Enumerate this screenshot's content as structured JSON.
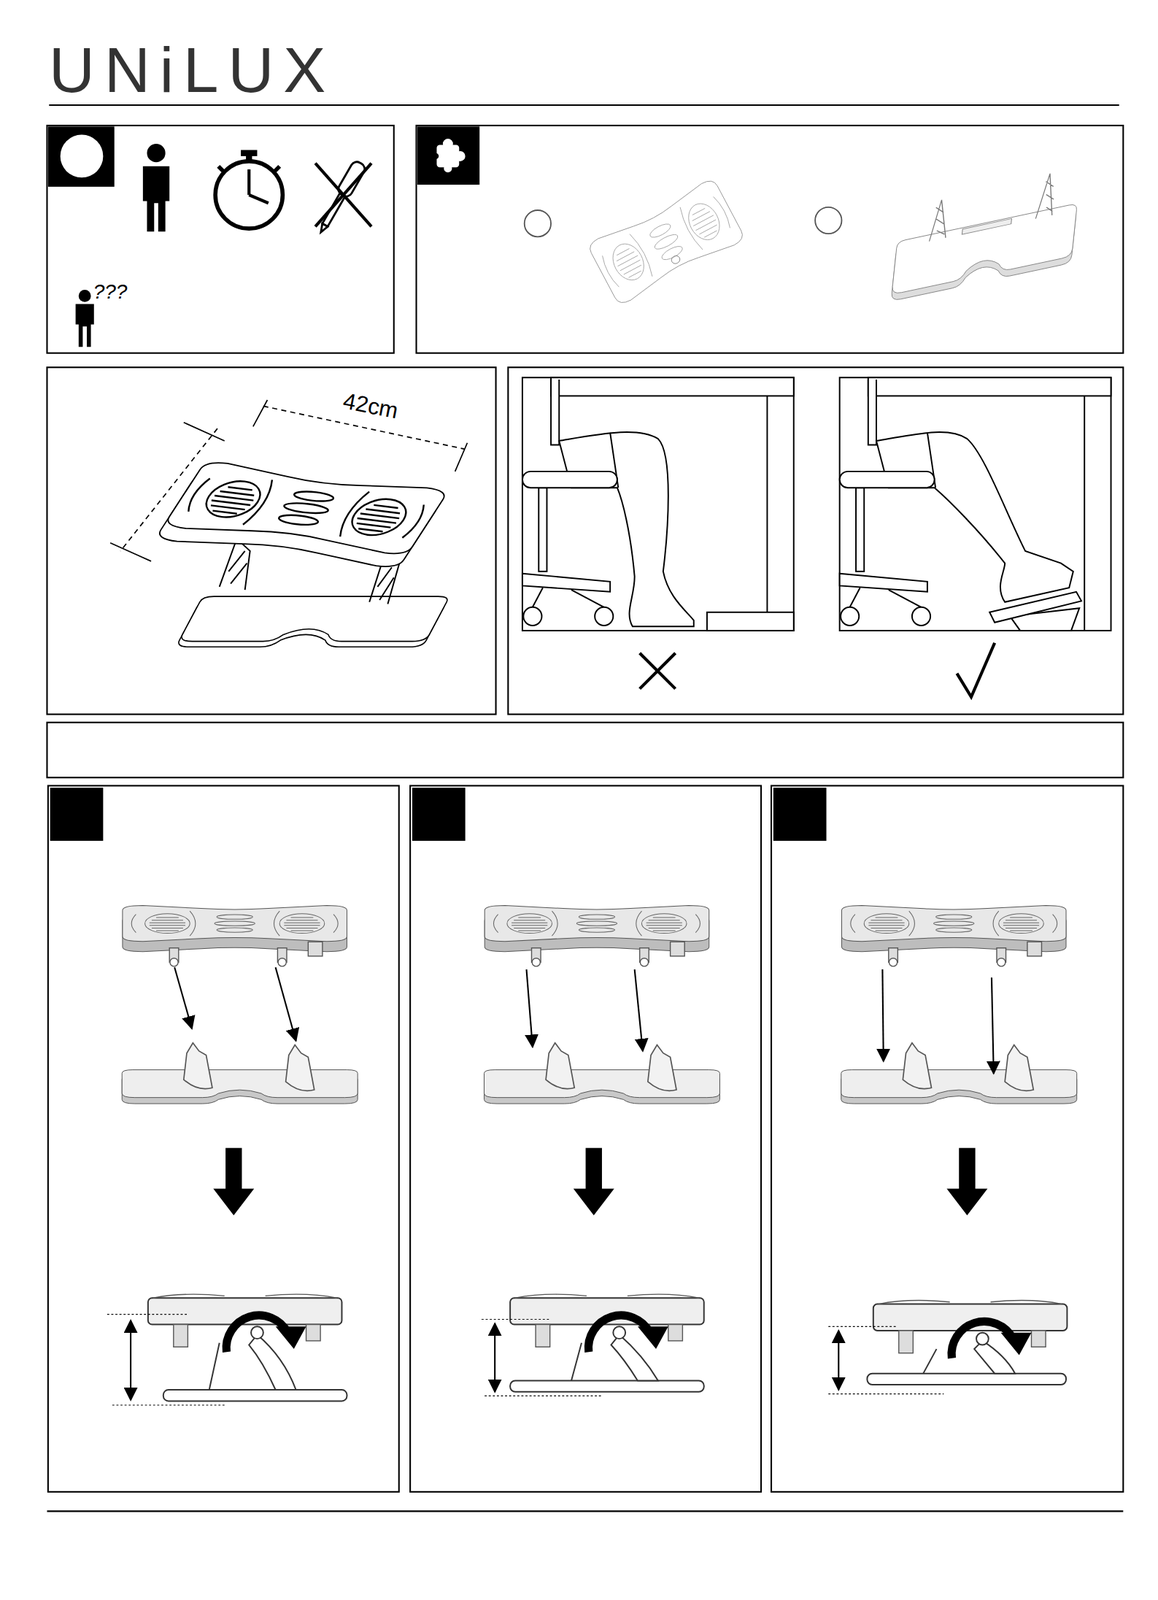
{
  "diagram": {
    "labels": [
      "UNiLUX",
      "42cm",
      "???"
    ]
  }
}
